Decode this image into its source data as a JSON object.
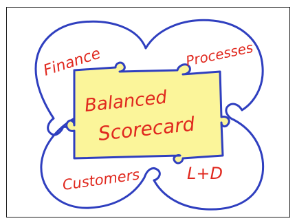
{
  "diagram": {
    "center": {
      "line1": "Balanced",
      "line2": "Scorecard",
      "fill_color": "#fbf59a",
      "stroke_color": "#2f3fbf"
    },
    "quadrants": [
      {
        "id": "finance",
        "label": "Finance"
      },
      {
        "id": "processes",
        "label": "Processes"
      },
      {
        "id": "customers",
        "label": "Customers"
      },
      {
        "id": "ld",
        "label": "L+D"
      }
    ],
    "colors": {
      "outline": "#2f3fbf",
      "text": "#e0281e",
      "frame": "#1a1a1a"
    }
  }
}
